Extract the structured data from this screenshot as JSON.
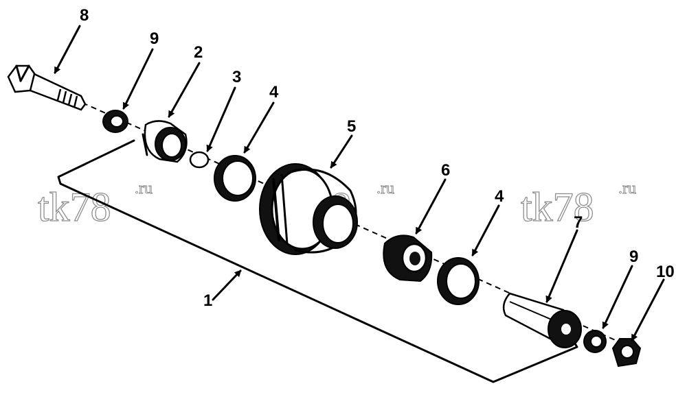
{
  "callouts": [
    {
      "id": "c8",
      "text": "8"
    },
    {
      "id": "c9a",
      "text": "9"
    },
    {
      "id": "c2",
      "text": "2"
    },
    {
      "id": "c3",
      "text": "3"
    },
    {
      "id": "c4a",
      "text": "4"
    },
    {
      "id": "c5",
      "text": "5"
    },
    {
      "id": "c6",
      "text": "6"
    },
    {
      "id": "c4b",
      "text": "4"
    },
    {
      "id": "c7",
      "text": "7"
    },
    {
      "id": "c9b",
      "text": "9"
    },
    {
      "id": "c10",
      "text": "10"
    },
    {
      "id": "c1",
      "text": "1"
    }
  ],
  "watermark": {
    "main": "tk78",
    "suffix": ".ru"
  }
}
